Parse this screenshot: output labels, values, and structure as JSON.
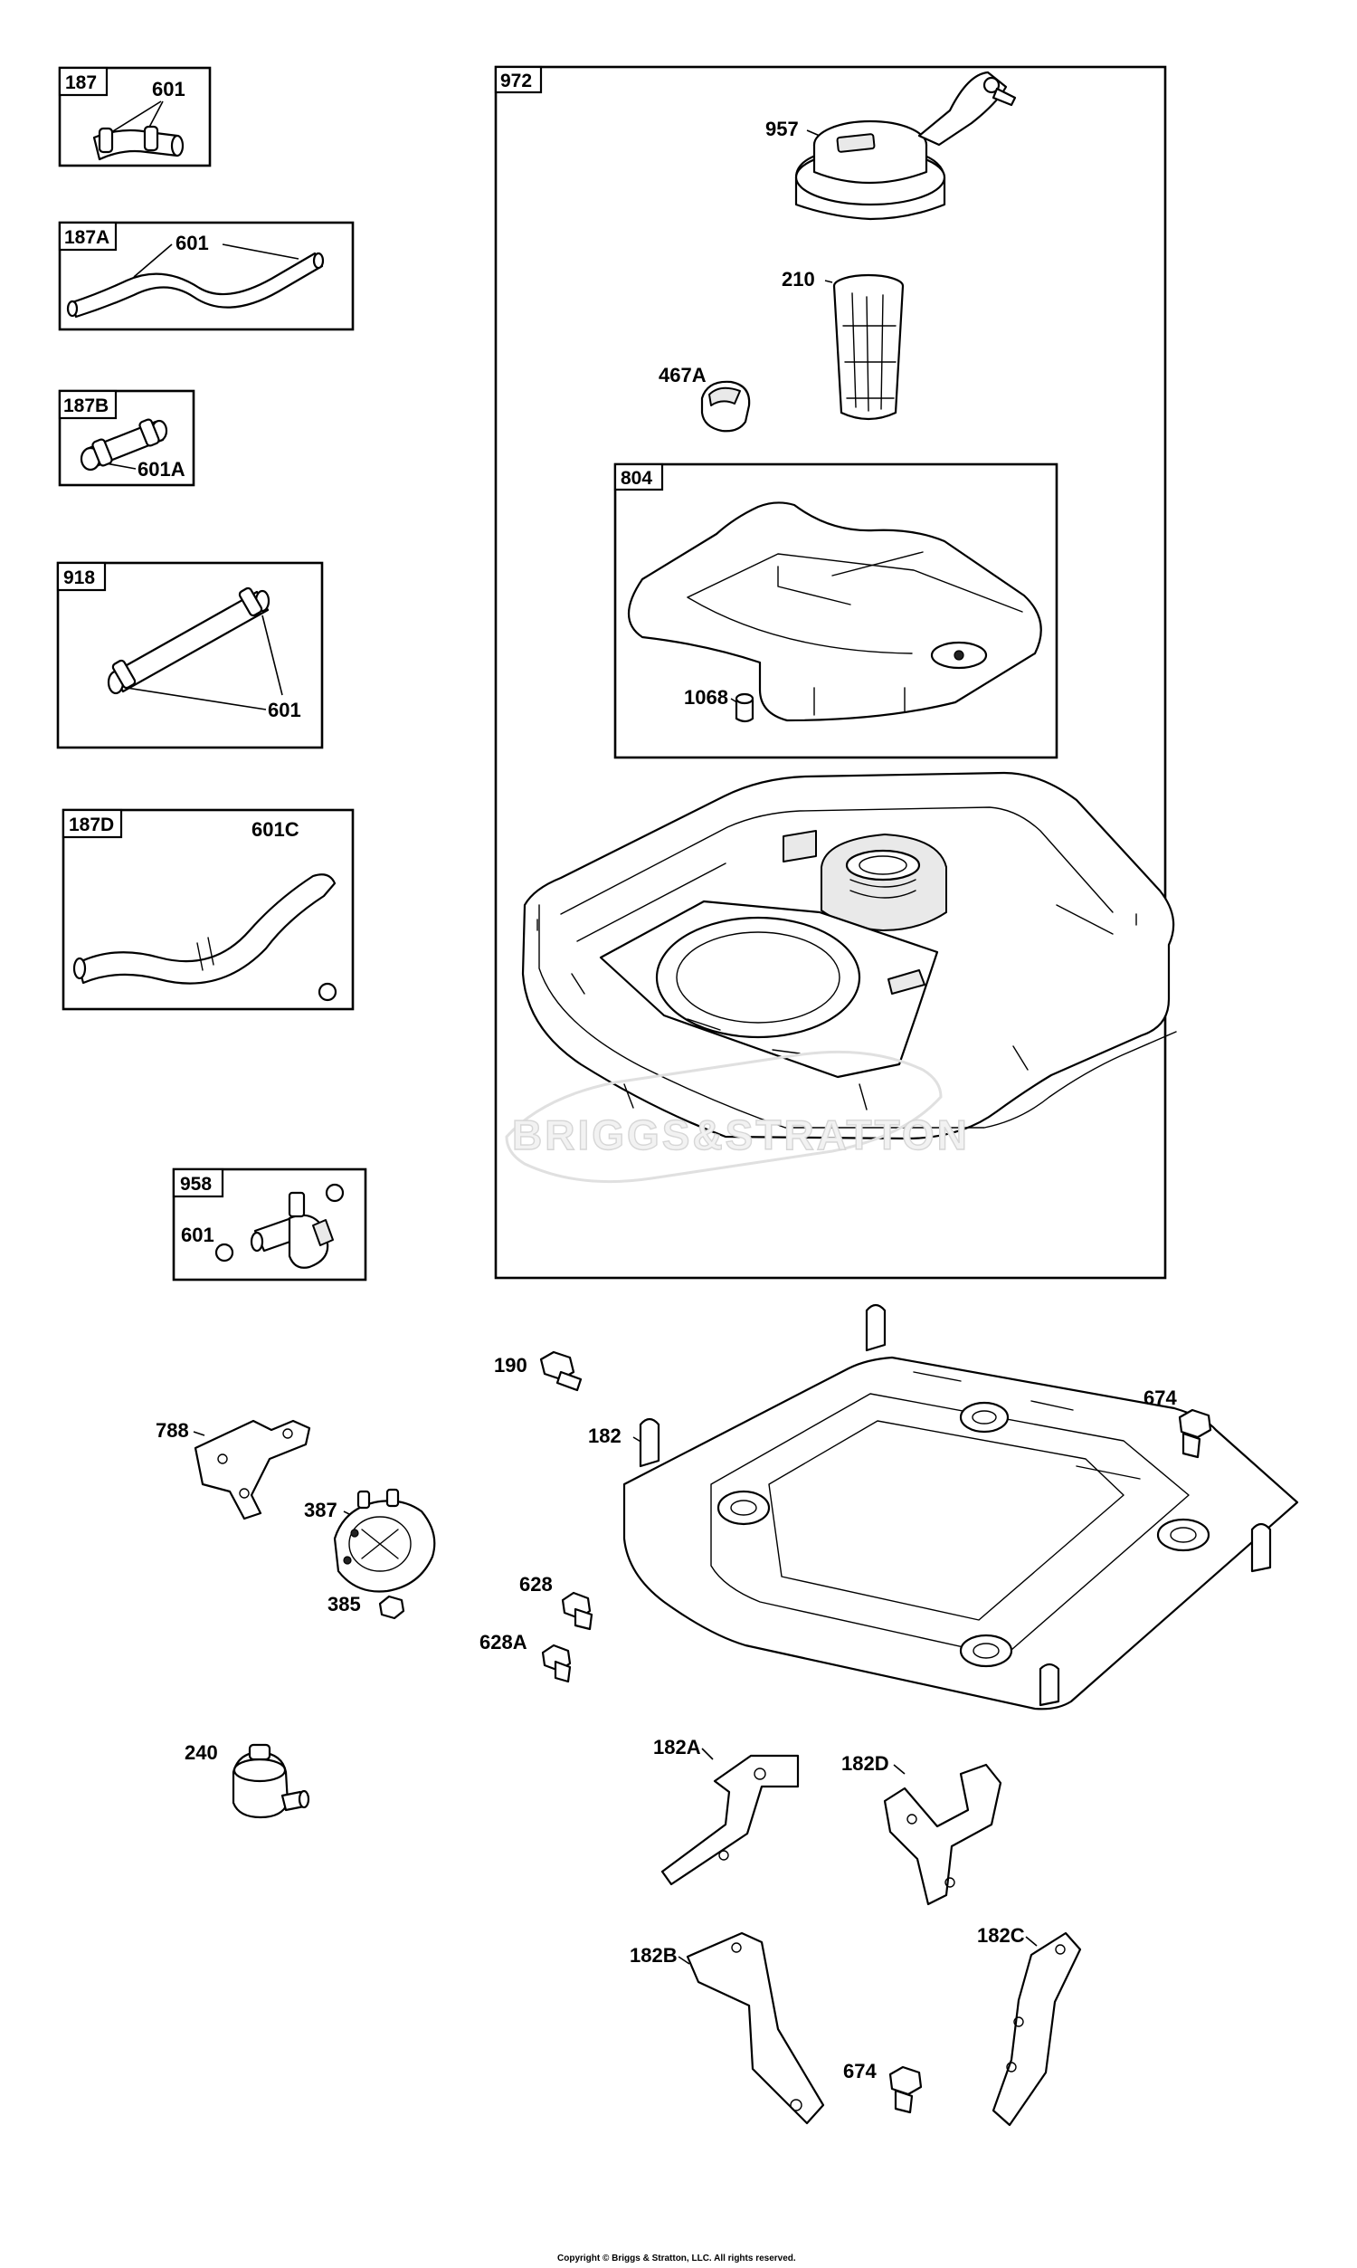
{
  "labels": {
    "b187_tag": "187",
    "b187_601": "601",
    "b187a_tag": "187A",
    "b187a_601": "601",
    "b187b_tag": "187B",
    "b187b_601a": "601A",
    "b918_tag": "918",
    "b918_601": "601",
    "b187d_tag": "187D",
    "b187d_601c": "601C",
    "b958_tag": "958",
    "b958_601": "601",
    "b972_tag": "972",
    "p957": "957",
    "p210": "210",
    "p467a": "467A",
    "b804_tag": "804",
    "p1068": "1068",
    "p190": "190",
    "p182": "182",
    "p674a": "674",
    "p788": "788",
    "p387": "387",
    "p385": "385",
    "p628": "628",
    "p628a": "628A",
    "p240": "240",
    "p182a": "182A",
    "p182d": "182D",
    "p182b": "182B",
    "p182c": "182C",
    "p674b": "674"
  },
  "watermark": "BRIGGS&STRATTON",
  "copyright": "Copyright © Briggs & Stratton, LLC. All rights reserved."
}
